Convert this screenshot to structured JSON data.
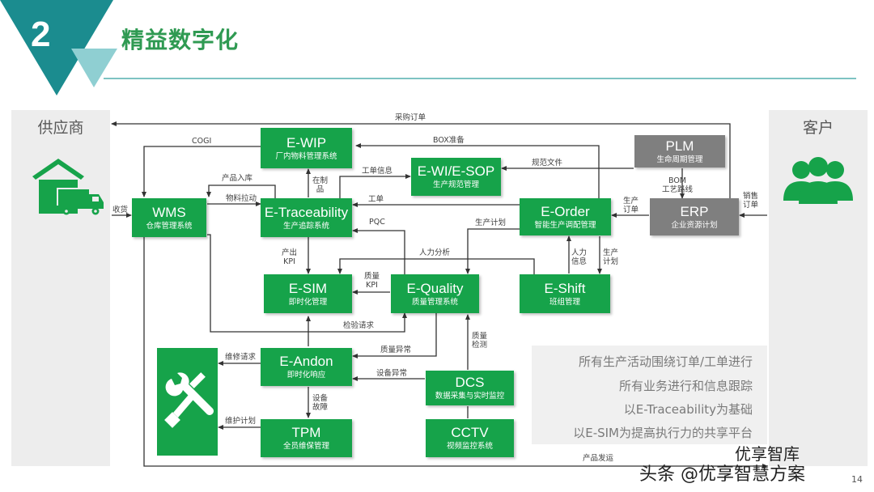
{
  "header": {
    "number": "2",
    "title": "精益数字化"
  },
  "sides": {
    "supplier": "供应商",
    "customer": "客户"
  },
  "systems": {
    "wip": {
      "title": "E-WIP",
      "sub": "厂内物料管理系统"
    },
    "wms": {
      "title": "WMS",
      "sub": "仓库管理系统"
    },
    "trace": {
      "title": "E-Traceability",
      "sub": "生产追踪系统"
    },
    "sop": {
      "title": "E-WI/E-SOP",
      "sub": "生产规范管理"
    },
    "order": {
      "title": "E-Order",
      "sub": "智能生产调配管理"
    },
    "plm": {
      "title": "PLM",
      "sub": "生命周期管理"
    },
    "erp": {
      "title": "ERP",
      "sub": "企业资源计划"
    },
    "sim": {
      "title": "E-SIM",
      "sub": "即时化管理"
    },
    "quality": {
      "title": "E-Quality",
      "sub": "质量管理系统"
    },
    "shift": {
      "title": "E-Shift",
      "sub": "班组管理"
    },
    "andon": {
      "title": "E-Andon",
      "sub": "即时化响应"
    },
    "dcs": {
      "title": "DCS",
      "sub": "数据采集与实时监控"
    },
    "tpm": {
      "title": "TPM",
      "sub": "全员维保管理"
    },
    "cctv": {
      "title": "CCTV",
      "sub": "视频监控系统"
    }
  },
  "flows": {
    "purchase_order": "采购订单",
    "cogi": "COGI",
    "box_prep": "BOX准备",
    "receiving": "收货",
    "product_in": "产品入库",
    "material_pull": "物料拉动",
    "wip_1": "在制",
    "wip_2": "品",
    "work_order_info": "工单信息",
    "spec_file": "规范文件",
    "work_order": "工单",
    "bom_1": "BOM",
    "bom_2": "工艺路线",
    "prod_order_1": "生产",
    "prod_order_2": "订单",
    "sales_order_1": "销售",
    "sales_order_2": "订单",
    "pqc": "PQC",
    "prod_plan": "生产计划",
    "output_kpi_1": "产出",
    "output_kpi_2": "KPI",
    "hr_analysis": "人力分析",
    "quality_kpi_1": "质量",
    "quality_kpi_2": "KPI",
    "hr_info_1": "人力",
    "hr_info_2": "信息",
    "prod_plan2_1": "生产",
    "prod_plan2_2": "计划",
    "inspection_req": "检验请求",
    "quality_issue": "质量异常",
    "repair_req": "维修请求",
    "equip_issue": "设备异常",
    "equip_fault_1": "设备",
    "equip_fault_2": "故障",
    "quality_check_1": "质量",
    "quality_check_2": "检测",
    "maint_plan": "维护计划",
    "product_ship": "产品发运"
  },
  "notes": [
    "所有生产活动围绕订单/工单进行",
    "所有业务进行和信息跟踪",
    "以E-Traceability为基础",
    "以E-SIM为提高执行力的共享平台"
  ],
  "page_number": "14",
  "watermark": {
    "line1": "优享智库",
    "line2": "头条 @优享智慧方案"
  },
  "colors": {
    "green": "#16a34a",
    "gray": "#7f7f7f",
    "teal": "#1b8c8f",
    "title_green": "#2f9a52"
  }
}
